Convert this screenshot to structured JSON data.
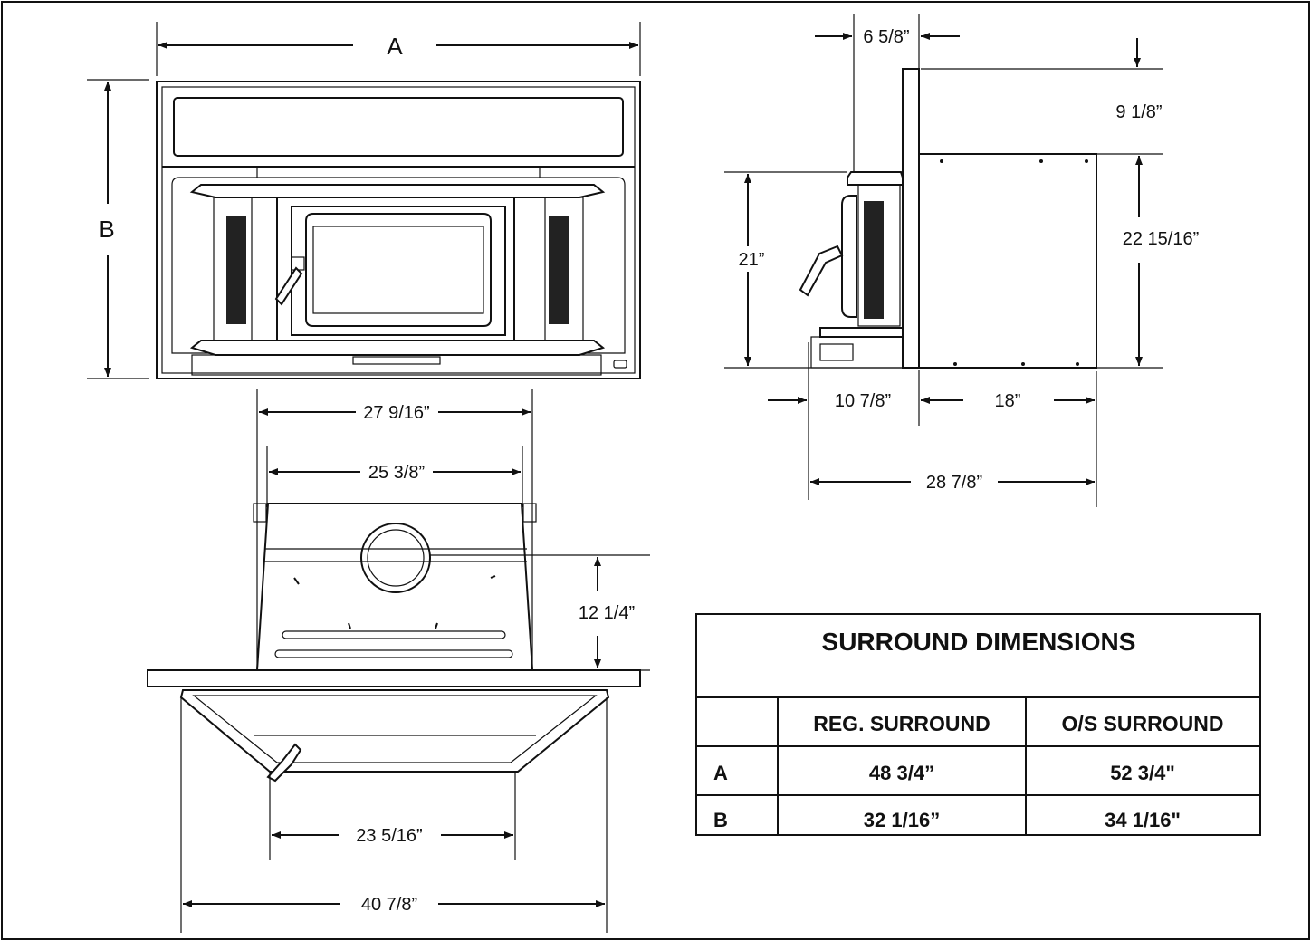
{
  "front_view": {
    "label_a": "A",
    "label_b": "B"
  },
  "side_view": {
    "dim_depth_front": "6 5/8”",
    "dim_top_offset": "9 1/8”",
    "dim_front_height": "21”",
    "dim_body_height": "22 15/16”",
    "dim_base_front": "10 7/8”",
    "dim_body_depth": "18”",
    "dim_total_depth": "28 7/8”"
  },
  "top_view": {
    "dim_outer_width": "27 9/16”",
    "dim_inner_width": "25 3/8”",
    "dim_flue_offset": "12 1/4”",
    "dim_front_inner": "23 5/16”",
    "dim_front_outer": "40 7/8”"
  },
  "table": {
    "title": "SURROUND DIMENSIONS",
    "headers": [
      "",
      "REG. SURROUND",
      "O/S SURROUND"
    ],
    "rows": [
      {
        "label": "A",
        "reg": "48 3/4”",
        "os": "52 3/4\""
      },
      {
        "label": "B",
        "reg": "32 1/16”",
        "os": "34 1/16\""
      }
    ]
  }
}
